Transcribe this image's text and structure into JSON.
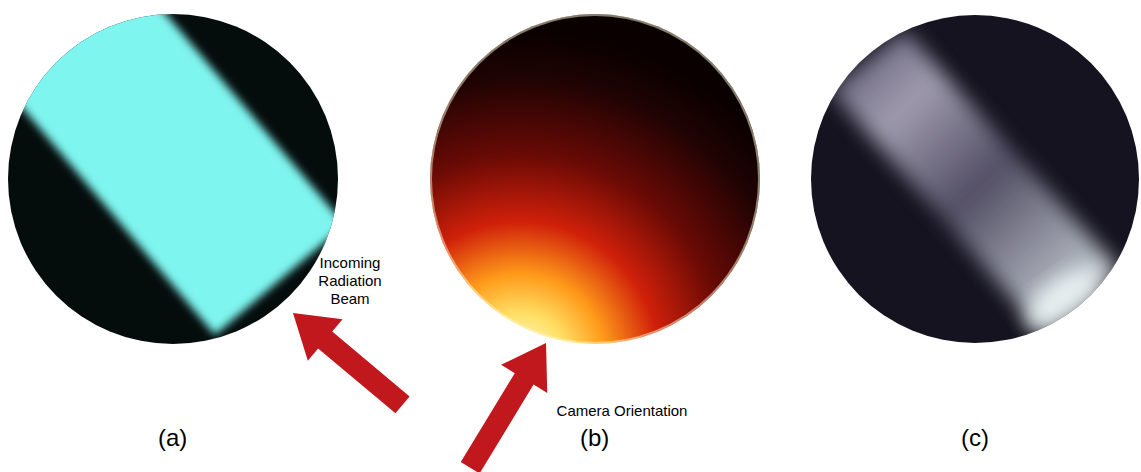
{
  "diagram": {
    "labels": [
      "Incoming Radiation Beam",
      "Camera Orientation",
      "(a)",
      "(b)",
      "(c)"
    ]
  }
}
